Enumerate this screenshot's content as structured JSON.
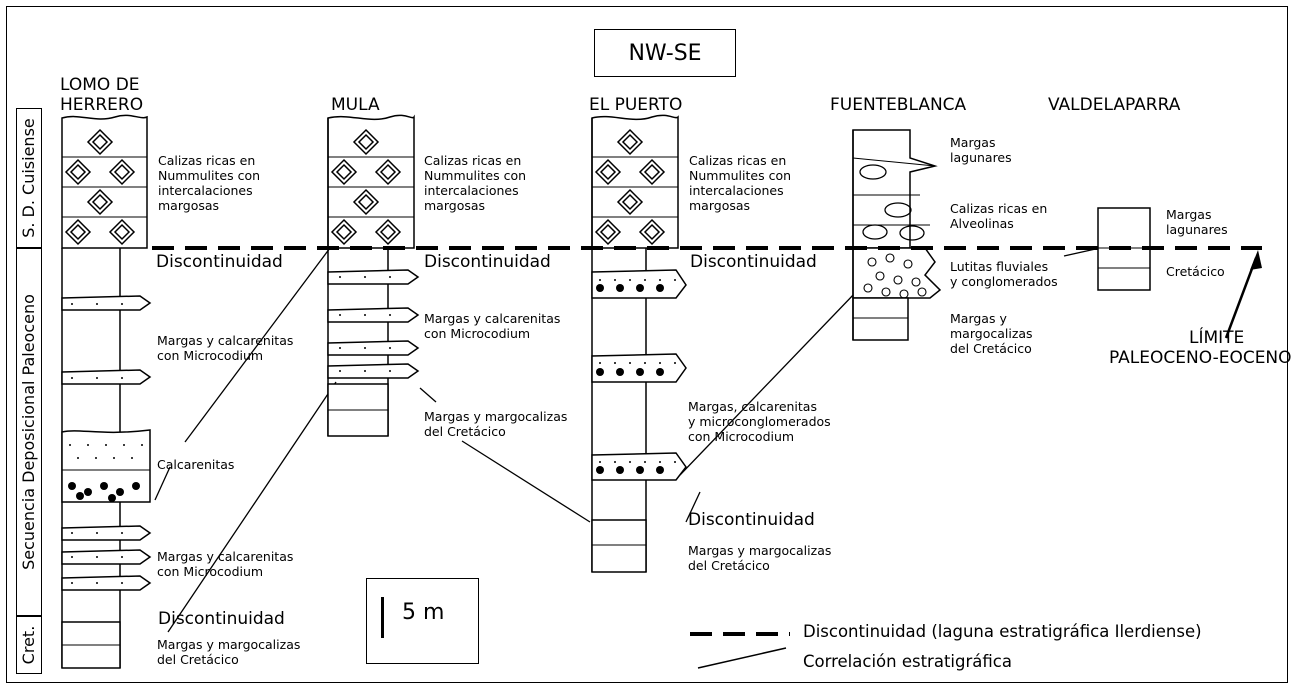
{
  "title": "NW-SE",
  "scale_label": "5 m",
  "side_labels": {
    "cuisiense": "S. D. Cuisiense",
    "paleoceno": "Secuencia Deposicional Paleoceno",
    "cret": "Cret."
  },
  "localities": {
    "lomo_line1": "LOMO DE",
    "lomo_line2": "HERRERO",
    "mula": "MULA",
    "el_puerto": "EL PUERTO",
    "fuenteblanca": "FUENTEBLANCA",
    "valdelaparra": "VALDELAPARRA"
  },
  "labels": {
    "calizas_lomo": [
      "Calizas ricas en",
      "Nummulites con",
      "intercalaciones",
      "margosas"
    ],
    "calizas_mula": [
      "Calizas ricas en",
      "Nummulites con",
      "intercalaciones",
      "margosas"
    ],
    "calizas_puerto": [
      "Calizas ricas en",
      "Nummulites con",
      "intercalaciones",
      "margosas"
    ],
    "margas_calc_lomo_upper": [
      "Margas y calcarenitas",
      "con Microcodium"
    ],
    "calcarenitas": "Calcarenitas",
    "margas_calc_lomo_lower": [
      "Margas y calcarenitas",
      "con Microcodium"
    ],
    "margas_cret_lomo": [
      "Margas y margocalizas",
      "del Cretácico"
    ],
    "margas_calc_mula": [
      "Margas y calcarenitas",
      "con Microcodium"
    ],
    "margas_cret_mula": [
      "Margas y margocalizas",
      "del Cretácico"
    ],
    "margas_micro_puerto": [
      "Margas, calcarenitas",
      "y microconglomerados",
      "con Microcodium"
    ],
    "margas_cret_puerto": [
      "Margas y margocalizas",
      "del Cretácico"
    ],
    "margas_lag_fuente": [
      "Margas",
      "lagunares"
    ],
    "calizas_alveolinas": [
      "Calizas ricas en",
      "Alveolinas"
    ],
    "lutitas": [
      "Lutitas fluviales",
      "y conglomerados"
    ],
    "margas_cret_fuente": [
      "Margas y",
      "margocalizas",
      "del Cretácico"
    ],
    "margas_lag_valde": [
      "Margas",
      "lagunares"
    ],
    "cretacico_valde": "Cretácico",
    "limite": [
      "LÍMITE",
      "PALEOCENO-EOCENO"
    ]
  },
  "discontinuity_labels": {
    "lomo_top": "Discontinuidad",
    "mula_top": "Discontinuidad",
    "puerto_top": "Discontinuidad",
    "lomo_bottom": "Discontinuidad",
    "puerto_bottom": "Discontinuidad"
  },
  "legend": {
    "dashed": "Discontinuidad (laguna estratigráfica Ilerdiense)",
    "solid": "Correlación estratigráfica"
  }
}
